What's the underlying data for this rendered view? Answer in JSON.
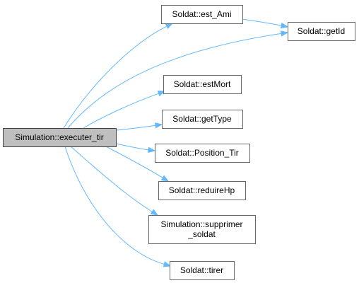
{
  "diagram": {
    "nodes": [
      {
        "id": "executer_tir",
        "lines": [
          "Simulation::executer_tir"
        ],
        "root": true
      },
      {
        "id": "est_ami",
        "lines": [
          "Soldat::est_Ami"
        ]
      },
      {
        "id": "getid",
        "lines": [
          "Soldat::getId"
        ]
      },
      {
        "id": "estmort",
        "lines": [
          "Soldat::estMort"
        ]
      },
      {
        "id": "gettype",
        "lines": [
          "Soldat::getType"
        ]
      },
      {
        "id": "position_tir",
        "lines": [
          "Soldat::Position_Tir"
        ]
      },
      {
        "id": "reduirehp",
        "lines": [
          "Soldat::reduireHp"
        ]
      },
      {
        "id": "supprimer_soldat",
        "lines": [
          "Simulation::supprimer",
          "_soldat"
        ]
      },
      {
        "id": "tirer",
        "lines": [
          "Soldat::tirer"
        ]
      }
    ],
    "edges": [
      {
        "from": "executer_tir",
        "to": "est_ami"
      },
      {
        "from": "executer_tir",
        "to": "getid"
      },
      {
        "from": "est_ami",
        "to": "getid"
      },
      {
        "from": "executer_tir",
        "to": "estmort"
      },
      {
        "from": "executer_tir",
        "to": "gettype"
      },
      {
        "from": "executer_tir",
        "to": "position_tir"
      },
      {
        "from": "executer_tir",
        "to": "reduirehp"
      },
      {
        "from": "executer_tir",
        "to": "supprimer_soldat"
      },
      {
        "from": "executer_tir",
        "to": "tirer"
      }
    ]
  }
}
